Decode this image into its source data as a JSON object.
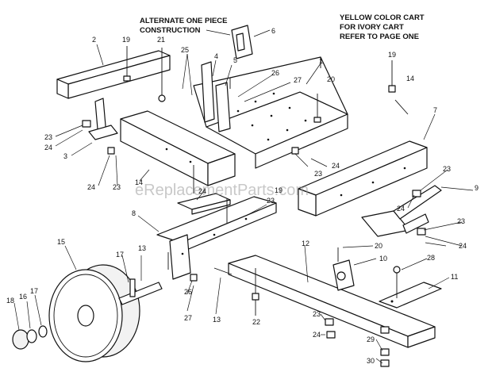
{
  "notes": {
    "alternate_line1": "ALTERNATE ONE PIECE",
    "alternate_line2": "CONSTRUCTION",
    "color_line1": "YELLOW COLOR CART",
    "color_line2": "FOR IVORY CART",
    "color_line3": "REFER TO PAGE ONE"
  },
  "watermark": "eReplacementParts.com",
  "callouts": {
    "c1": "1",
    "c2": "2",
    "c3": "3",
    "c4": "4",
    "c5": "5",
    "c6": "6",
    "c7": "7",
    "c8": "8",
    "c9": "9",
    "c10": "10",
    "c11": "11",
    "c12": "12",
    "c13a": "13",
    "c13b": "13",
    "c14a": "14",
    "c14b": "14",
    "c15": "15",
    "c16": "16",
    "c17a": "17",
    "c17b": "17",
    "c18": "18",
    "c19a": "19",
    "c19b": "19",
    "c19c": "19",
    "c20a": "20",
    "c20b": "20",
    "c21": "21",
    "c22": "22",
    "c23a": "23",
    "c23b": "23",
    "c23c": "23",
    "c23d": "23",
    "c23e": "23",
    "c23f": "23",
    "c23g": "23",
    "c24a": "24",
    "c24b": "24",
    "c24c": "24",
    "c24d": "24",
    "c24e": "24",
    "c24f": "24",
    "c24g": "24",
    "c25": "25",
    "c26a": "26",
    "c26b": "26",
    "c27a": "27",
    "c27b": "27",
    "c28": "28",
    "c29": "29",
    "c30": "30"
  }
}
